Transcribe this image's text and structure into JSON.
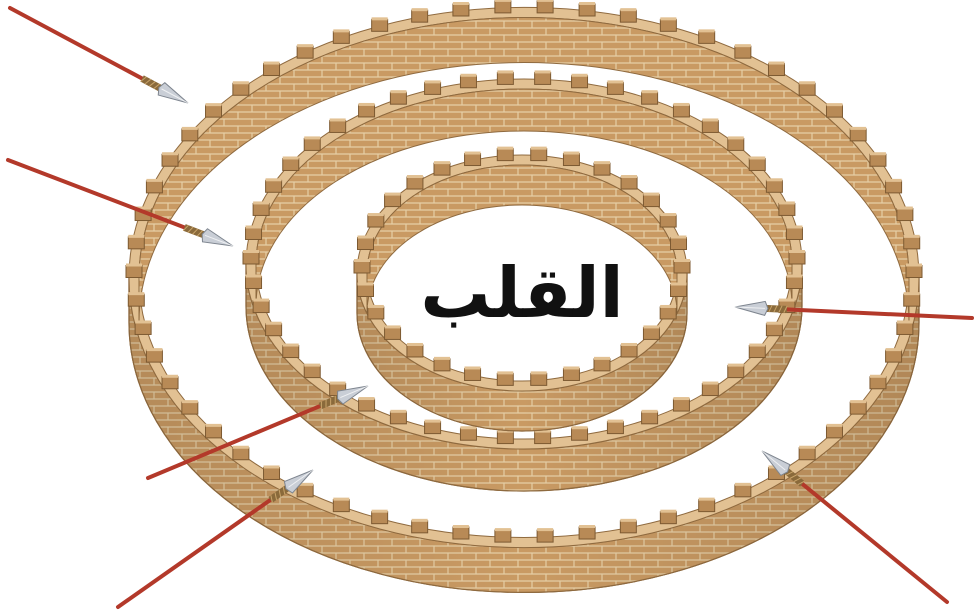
{
  "center_text": "القلب",
  "colors": {
    "wall_face": "#c99a63",
    "wall_shadow": "#a87b4a",
    "wall_top": "#e2c193",
    "merlon": "#b88a56",
    "mortar": "#e6cfa6",
    "spear_shaft": "#b3392a",
    "spear_tip": "#c9ced6",
    "spear_binding": "#8a6a3b"
  },
  "icons": [
    "concentric-walls",
    "spear"
  ]
}
